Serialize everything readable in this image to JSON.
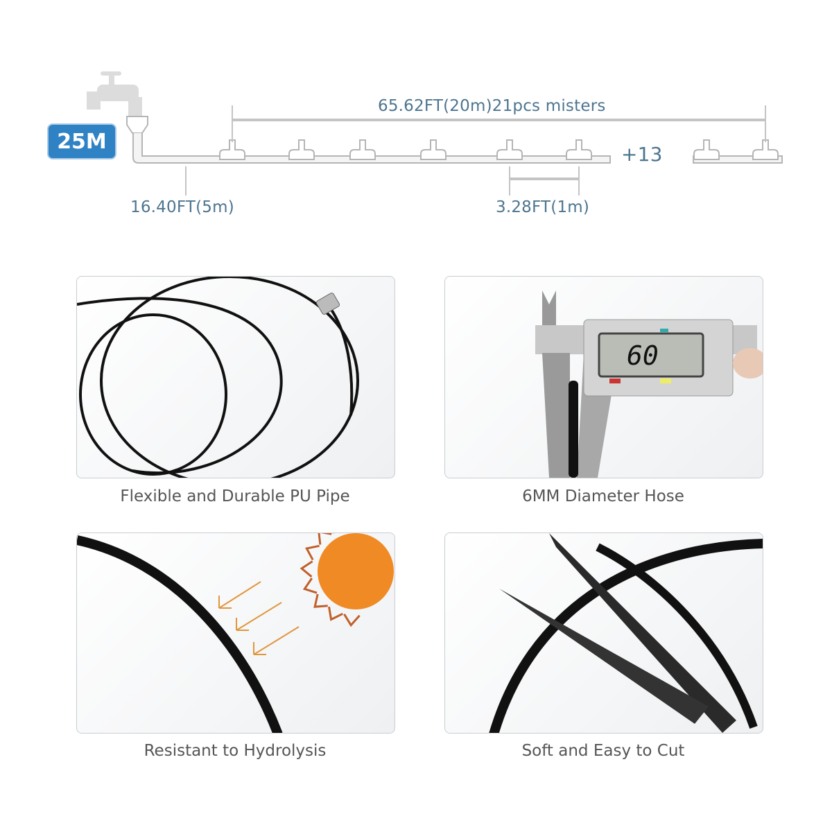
{
  "diagram": {
    "total_length_badge": "25M",
    "misters_span_label": "65.62FT(20m)21pcs misters",
    "lead_hose_label": "16.40FT(5m)",
    "spacing_label": "3.28FT(1m)",
    "more_count_label": "+13"
  },
  "features": [
    {
      "caption": "Flexible and Durable PU Pipe"
    },
    {
      "caption": "6MM Diameter Hose",
      "caliper_reading": "60"
    },
    {
      "caption": "Resistant to Hydrolysis"
    },
    {
      "caption": "Soft and Easy to Cut"
    }
  ],
  "colors": {
    "accent": "#2f82c4",
    "label_text": "#4d7590",
    "sun": "#f08a24"
  }
}
